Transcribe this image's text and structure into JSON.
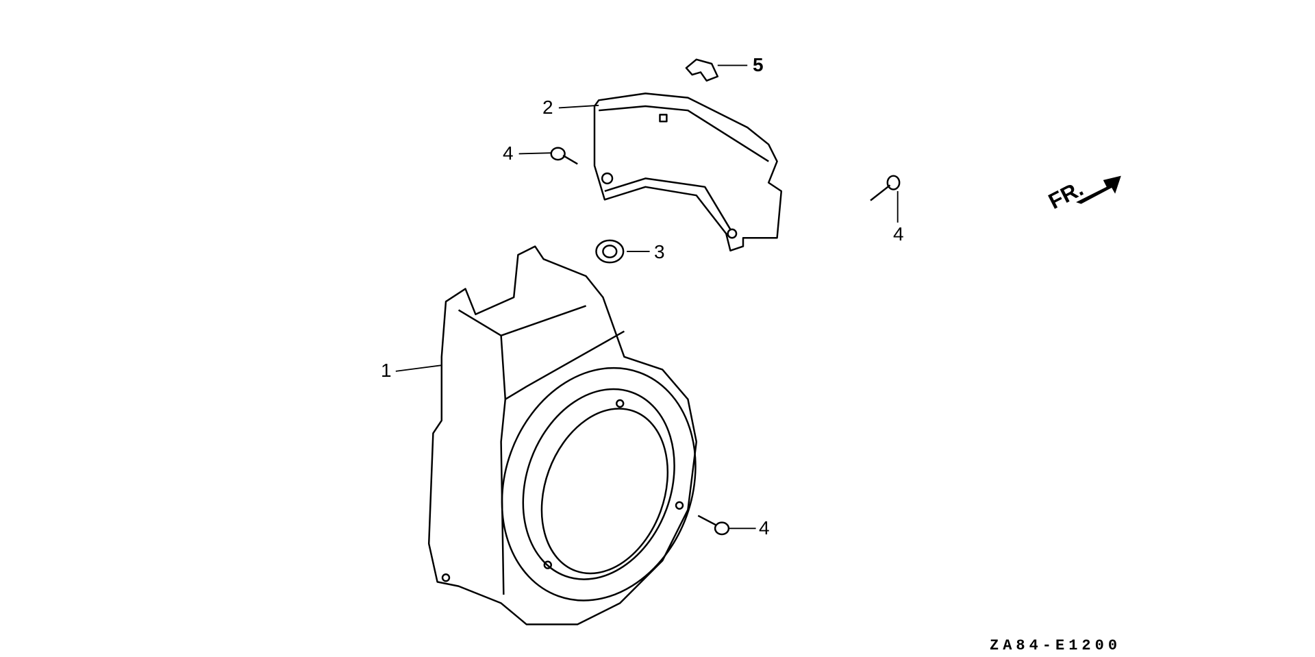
{
  "diagram_code": "ZA84-E1200",
  "direction_label": "FR.",
  "callouts": [
    {
      "id": "callout-1",
      "text": "1",
      "part": "fan-cover"
    },
    {
      "id": "callout-2",
      "text": "2",
      "part": "cover-plate"
    },
    {
      "id": "callout-3",
      "text": "3",
      "part": "grommet"
    },
    {
      "id": "callout-4a",
      "text": "4",
      "part": "bolt"
    },
    {
      "id": "callout-4b",
      "text": "4",
      "part": "bolt"
    },
    {
      "id": "callout-4c",
      "text": "4",
      "part": "bolt"
    },
    {
      "id": "callout-5",
      "text": "5",
      "part": "clip"
    }
  ]
}
